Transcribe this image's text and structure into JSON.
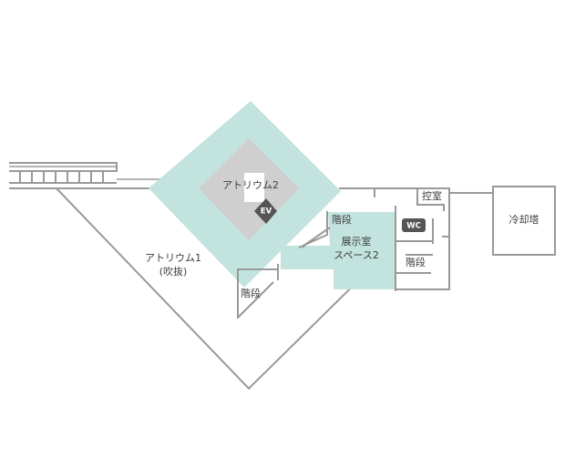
{
  "map": {
    "labels": {
      "atrium1": "アトリウム1",
      "atrium1_sub": "(吹抜)",
      "atrium2": "アトリウム2",
      "elevator": "EV",
      "stairs_upper": "階段",
      "stairs_lower": "階段",
      "stairs_right": "階段",
      "exhibition_line1": "展示室",
      "exhibition_line2": "スペース2",
      "wc": "WC",
      "waiting_room": "控室",
      "cooling_tower": "冷却塔"
    },
    "colors": {
      "atrium_fill": "#c3e3de",
      "atrium_inner": "#cfcfcf",
      "wall": "#999999",
      "badge": "#555555",
      "text": "#3d3d3d"
    },
    "icons": {
      "elevator": "elevator-icon",
      "restroom": "restroom-icon"
    }
  }
}
